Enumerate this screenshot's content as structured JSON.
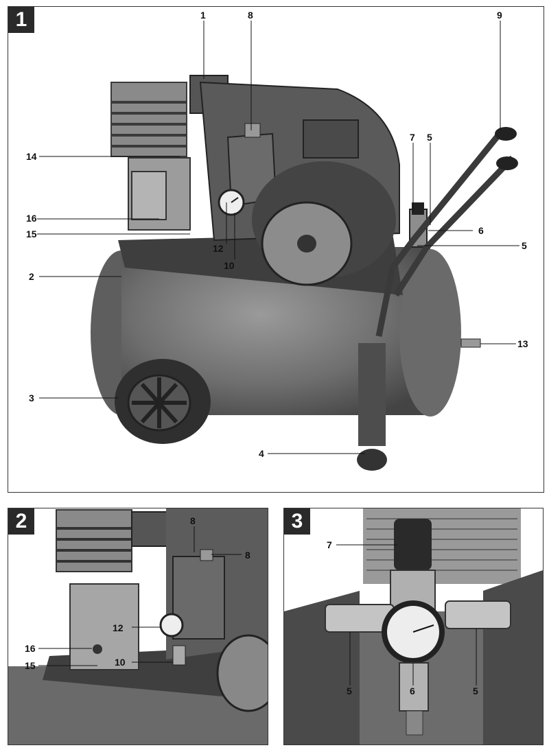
{
  "figure1": {
    "number": "1",
    "callouts": {
      "c1": "1",
      "c8": "8",
      "c9": "9",
      "c14": "14",
      "c7": "7",
      "c5a": "5",
      "c16": "16",
      "c6": "6",
      "c15": "15",
      "c12": "12",
      "c5b": "5",
      "c10": "10",
      "c2": "2",
      "c13": "13",
      "c3": "3",
      "c4": "4"
    }
  },
  "figure2": {
    "number": "2",
    "callouts": {
      "c8a": "8",
      "c8b": "8",
      "c12": "12",
      "c16": "16",
      "c10": "10",
      "c15": "15"
    }
  },
  "figure3": {
    "number": "3",
    "callouts": {
      "c7": "7",
      "c5a": "5",
      "c6": "6",
      "c5b": "5"
    }
  }
}
